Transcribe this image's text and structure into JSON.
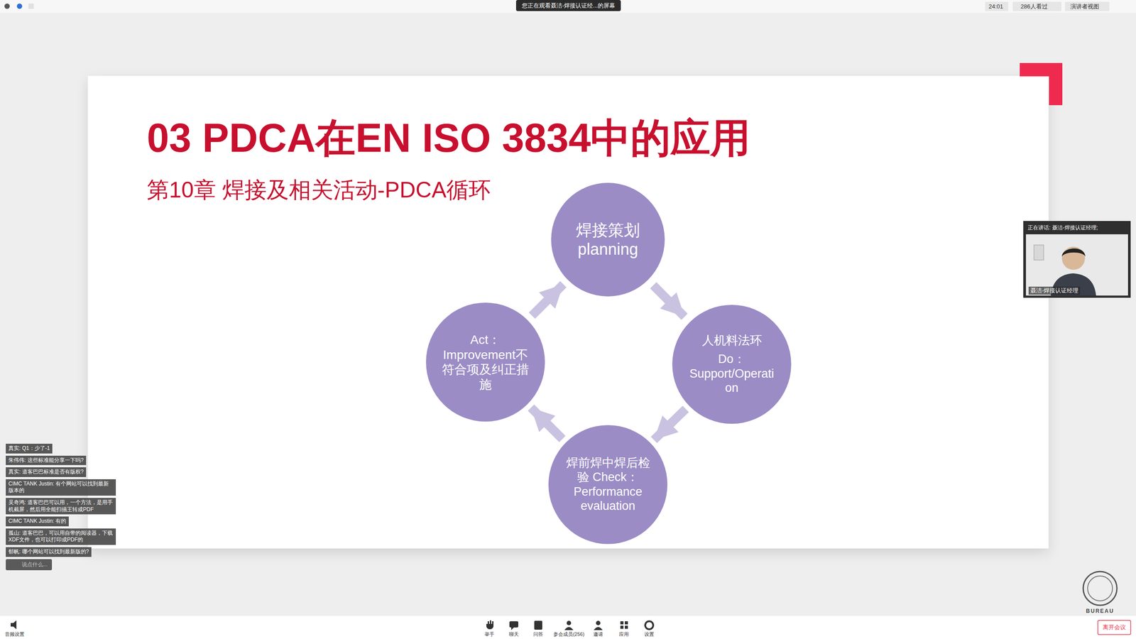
{
  "diagram": {
    "title": "03 PDCA在EN ISO 3834中的应用",
    "nodes": [
      {
        "text": [
          "焊接策划 planning"
        ]
      },
      {
        "text": [
          "人机料法环",
          "Do：Support/Operation"
        ]
      },
      {
        "text": [
          "焊前焊中焊后检验 Check：Performance evaluation"
        ]
      },
      {
        "text": [
          "Act：Improvement不符合项及纠正措施"
        ]
      }
    ],
    "edges": [
      {
        "from": 0,
        "to": 1,
        "arrow": "to"
      },
      {
        "from": 1,
        "to": 2,
        "arrow": "to"
      },
      {
        "from": 2,
        "to": 3,
        "arrow": "to"
      },
      {
        "from": 3,
        "to": 0,
        "arrow": "to"
      }
    ],
    "labels": [
      "第10章  焊接及相关活动-PDCA循环",
      "您正在观看聂洁-焊接认证经...的屏幕",
      "24:01",
      "286人看过",
      "演讲者视图",
      "正在讲话: 聂洁-焊接认证经理;",
      "聂洁-焊接认证经理",
      "真实: Q1：少了-1",
      "朱伟伟: 这些标准能分享一下吗?",
      "真实: 道客巴巴标准是否有版权?",
      "CIMC TANK Justin: 有个网站可以找到最新版本的",
      "吴奇鸿: 道客巴巴可以用，一个方法，是用手机截屏，然后用全能扫描王转成PDF",
      "CIMC TANK Justin: 有的",
      "孤山: 道客巴巴，可以用自带的阅读器，下载XDF文件，也可以打印成PDF的",
      "郁帆: 哪个网站可以找到最新版的?",
      "说点什么...",
      "举手",
      "聊天",
      "问答",
      "参会成员(256)",
      "邀请",
      "应用",
      "设置",
      "音频设置",
      "离开会议",
      "BUREAU"
    ]
  }
}
